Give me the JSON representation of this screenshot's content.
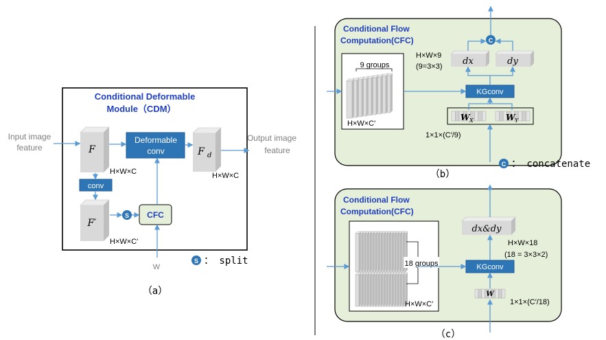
{
  "cdm": {
    "title_line1": "Conditional Deformable",
    "title_line2": "Module（CDM）",
    "input_line1": "Input image",
    "input_line2": "feature",
    "output_line1": "Output image",
    "output_line2": "feature",
    "f_label": "F",
    "fd_label": "F",
    "fd_sub": "d",
    "fprime_label": "F′",
    "deform_line1": "Deformable",
    "deform_line2": "conv",
    "conv_label": "conv",
    "cfc_label": "CFC",
    "s_symbol": "S",
    "dim_f": "H×W×C",
    "dim_fd": "H×W×C",
    "dim_fprime": "H×W×C′",
    "w_label": "W",
    "legend_symbol": "S",
    "legend_text": "： split",
    "caption": "（a）"
  },
  "cfc_b": {
    "title_line1": "Conditional Flow",
    "title_line2": "Computation(CFC)",
    "groups_label": "9 groups",
    "dim_stack": "H×W×C′",
    "dim_out_line1": "H×W×9",
    "dim_out_line2": "(9=3×3)",
    "dx_label": "dx",
    "dy_label": "dy",
    "kgconv_label": "KGconv",
    "wx_label": "W",
    "wx_sub": "X",
    "wy_label": "W",
    "wy_sub": "Y",
    "w_dim": "1×1×(C′/9)",
    "c_symbol": "C",
    "legend_symbol": "C",
    "legend_text": "： concatenate",
    "caption": "（b）"
  },
  "cfc_c": {
    "title_line1": "Conditional Flow",
    "title_line2": "Computation(CFC)",
    "groups_label": "18 groups",
    "dim_stack": "H×W×C′",
    "dxdy_label": "dx&dy",
    "dim_out_line1": "H×W×18",
    "dim_out_line2": "(18 = 3×3×2)",
    "kgconv_label": "KGconv",
    "w_label": "W",
    "w_dim": "1×1×(C′/18)",
    "caption": "（c）"
  },
  "colors": {
    "blue_box": "#2e75b6",
    "blue_box_stroke": "#1f5d99",
    "title_blue": "#1f3fbf",
    "arrow": "#5b9bd5",
    "panel_fill": "#e6efd9",
    "cube_face": "#d9d9d9",
    "cube_side": "#bfbfbf",
    "cube_top": "#ececec"
  }
}
